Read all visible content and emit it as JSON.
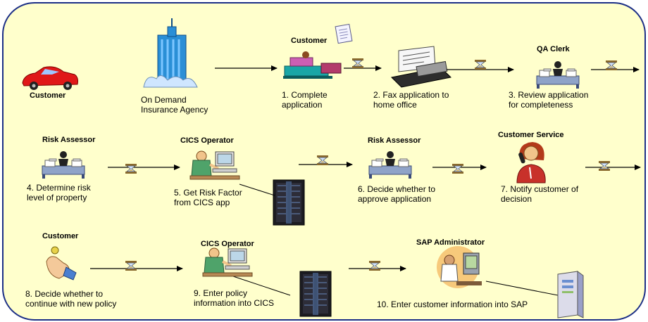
{
  "row1": {
    "customer_title": "Customer",
    "agency_label_1": "On Demand",
    "agency_label_2": "Insurance Agency",
    "customer2_title": "Customer",
    "step1_line1": "1. Complete",
    "step1_line2": "application",
    "step2_line1": "2. Fax application  to",
    "step2_line2": "home office",
    "qa_title": "QA Clerk",
    "step3_line1": "3. Review application",
    "step3_line2": "for completeness"
  },
  "row2": {
    "risk1_title": "Risk Assessor",
    "step4_line1": "4. Determine risk",
    "step4_line2": "level of property",
    "cics1_title": "CICS Operator",
    "step5_line1": "5. Get Risk Factor",
    "step5_line2": "from CICS app",
    "risk2_title": "Risk Assessor",
    "step6_line1": "6. Decide whether to",
    "step6_line2": "approve application",
    "service_title": "Customer Service",
    "step7_line1": "7. Notify customer of",
    "step7_line2": "decision"
  },
  "row3": {
    "customer3_title": "Customer",
    "step8_line1": "8. Decide whether to",
    "step8_line2": "continue with new policy",
    "cics2_title": "CICS Operator",
    "step9_line1": "9. Enter policy",
    "step9_line2": "information into CICS",
    "sap_title": "SAP Administrator",
    "step10_line1": "10. Enter customer information into SAP"
  },
  "icons": [
    "car-icon",
    "building-icon",
    "workstation-icon",
    "document-icon",
    "fax-machine-icon",
    "clerk-desk-icon",
    "hourglass-icon",
    "operator-icon",
    "mainframe-server-icon",
    "phone-agent-icon",
    "hand-coin-icon",
    "sap-admin-icon",
    "server-tower-icon"
  ],
  "colors": {
    "panel_fill": "#ffffcc",
    "panel_border": "#1c2f86",
    "arrow": "#000000",
    "car": "#e01818",
    "building": "#2a8fd6"
  }
}
